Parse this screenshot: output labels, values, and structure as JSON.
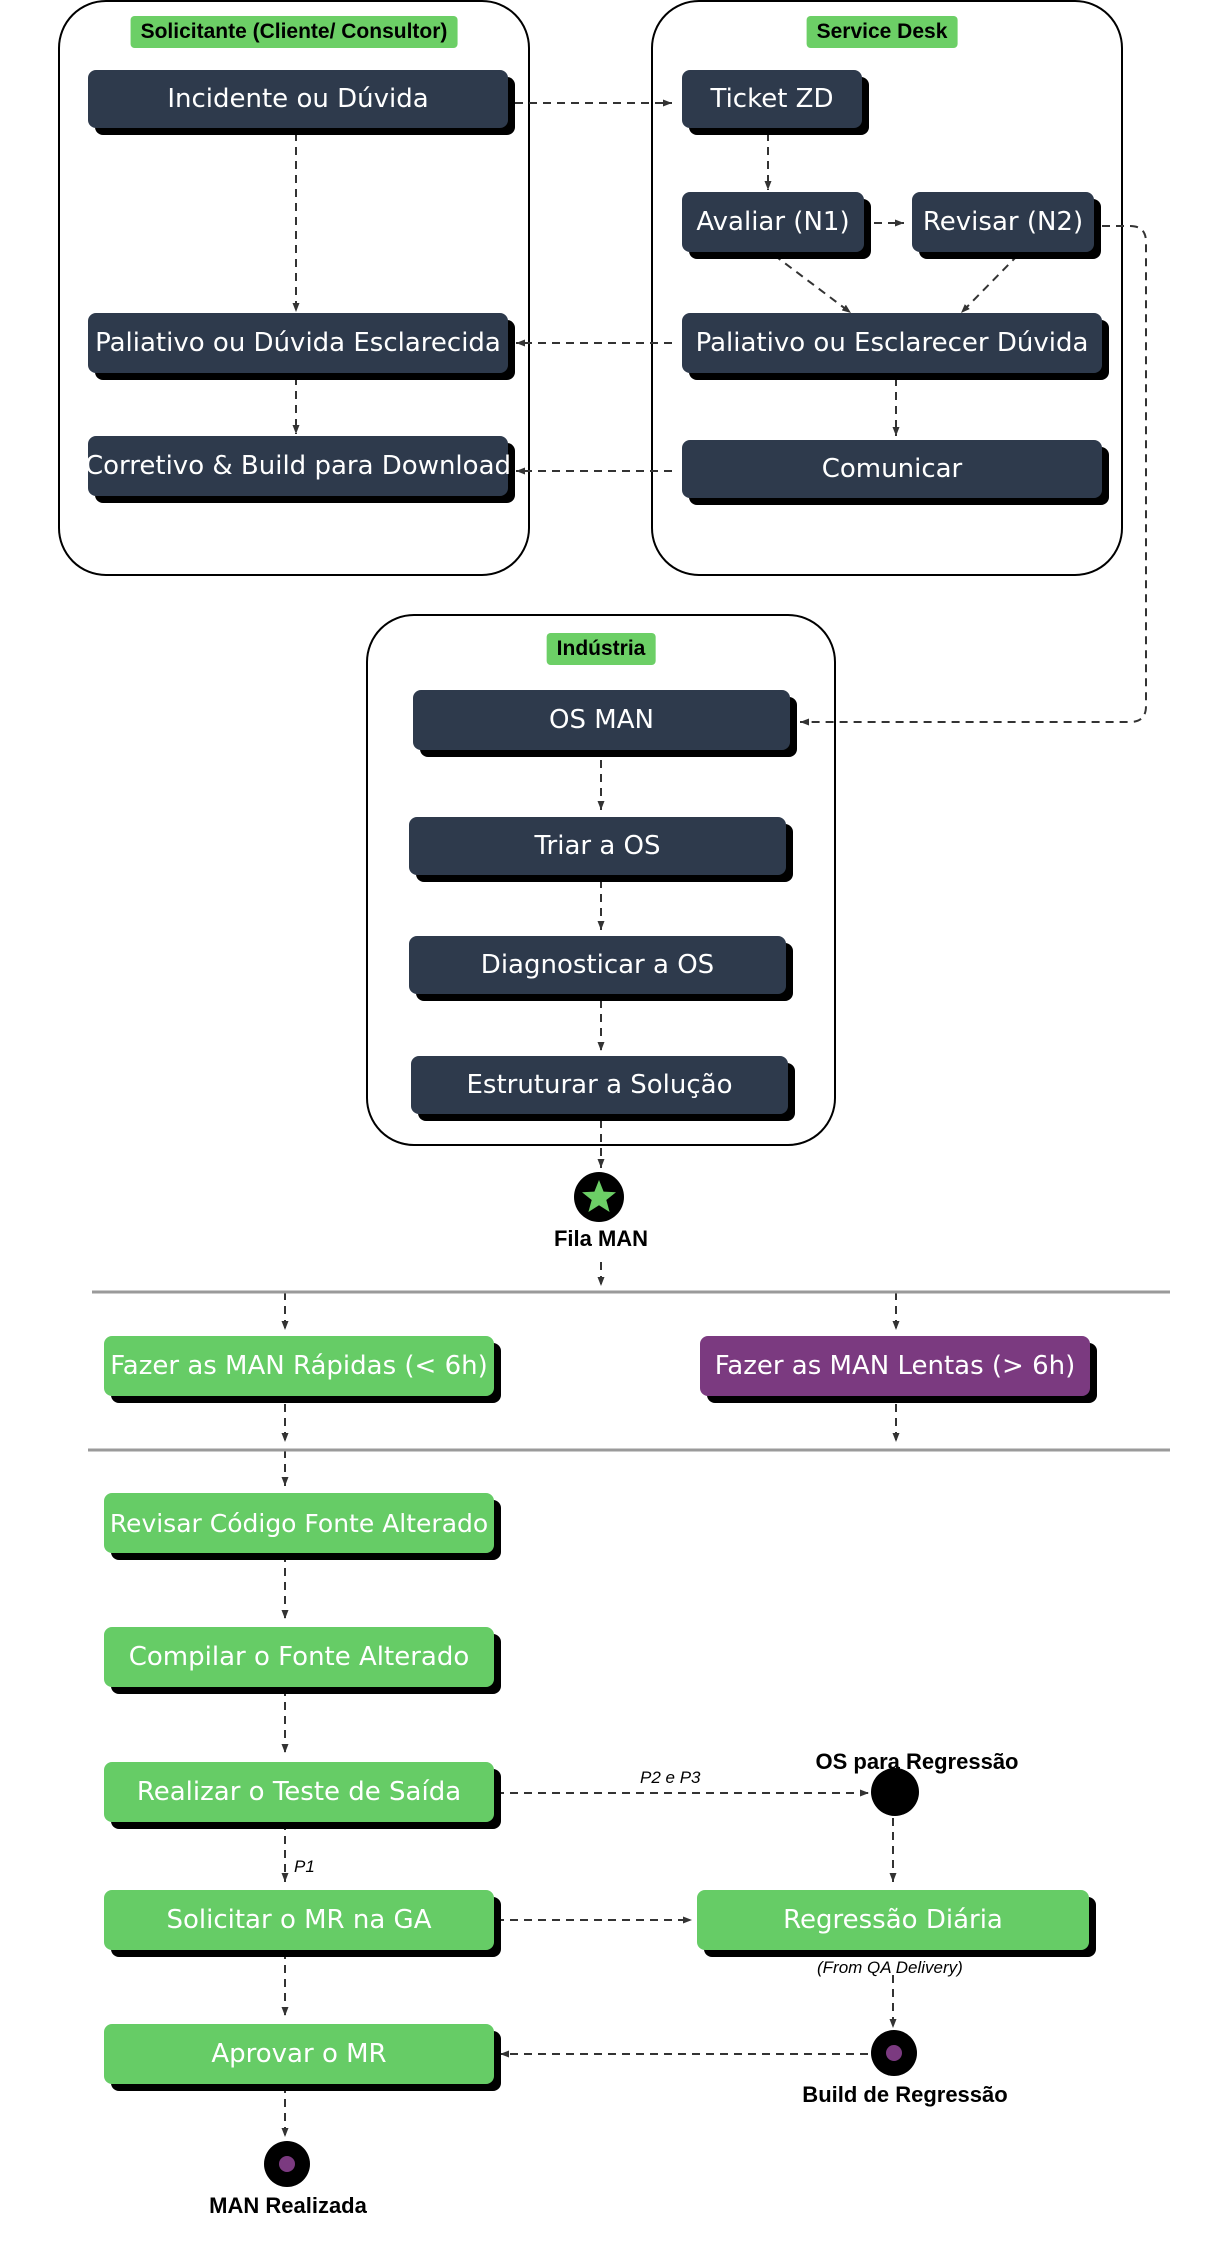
{
  "lanes": {
    "solicitante": "Solicitante (Cliente/ Consultor)",
    "service_desk": "Service Desk",
    "industria": "Indústria"
  },
  "nodes": {
    "incidente": "Incidente ou Dúvida",
    "paliativo_esclarecida": "Paliativo ou Dúvida Esclarecida",
    "corretivo_build": "Corretivo & Build para Download",
    "ticket_zd": "Ticket ZD",
    "avaliar_n1": "Avaliar (N1)",
    "revisar_n2": "Revisar (N2)",
    "paliativo_esclarecer": "Paliativo ou Esclarecer Dúvida",
    "comunicar": "Comunicar",
    "os_man": "OS MAN",
    "triar_os": "Triar a OS",
    "diagnosticar_os": "Diagnosticar a OS",
    "estruturar_solucao": "Estruturar a Solução",
    "man_rapidas": "Fazer as MAN Rápidas (< 6h)",
    "man_lentas": "Fazer as MAN Lentas (> 6h)",
    "revisar_codigo": "Revisar Código Fonte Alterado",
    "compilar_fonte": "Compilar o Fonte Alterado",
    "teste_saida": "Realizar o Teste de Saída",
    "solicitar_mr": "Solicitar o MR na GA",
    "aprovar_mr": "Aprovar o MR",
    "regressao_diaria": "Regressão Diária"
  },
  "milestones": {
    "fila_man": "Fila MAN",
    "os_regressao": "OS para Regressão",
    "build_regressao": "Build de Regressão",
    "man_realizada": "MAN Realizada"
  },
  "edge_labels": {
    "p2_p3": "P2 e P3",
    "p1": "P1",
    "from_qa": "(From QA Delivery)"
  },
  "colors": {
    "dark_box": "#2e3a4c",
    "green_box": "#66cc66",
    "purple_box": "#7b3a80",
    "lane_title_bg": "#6ccf66",
    "star": "#6ccf66",
    "dot": "#7b3a80"
  }
}
